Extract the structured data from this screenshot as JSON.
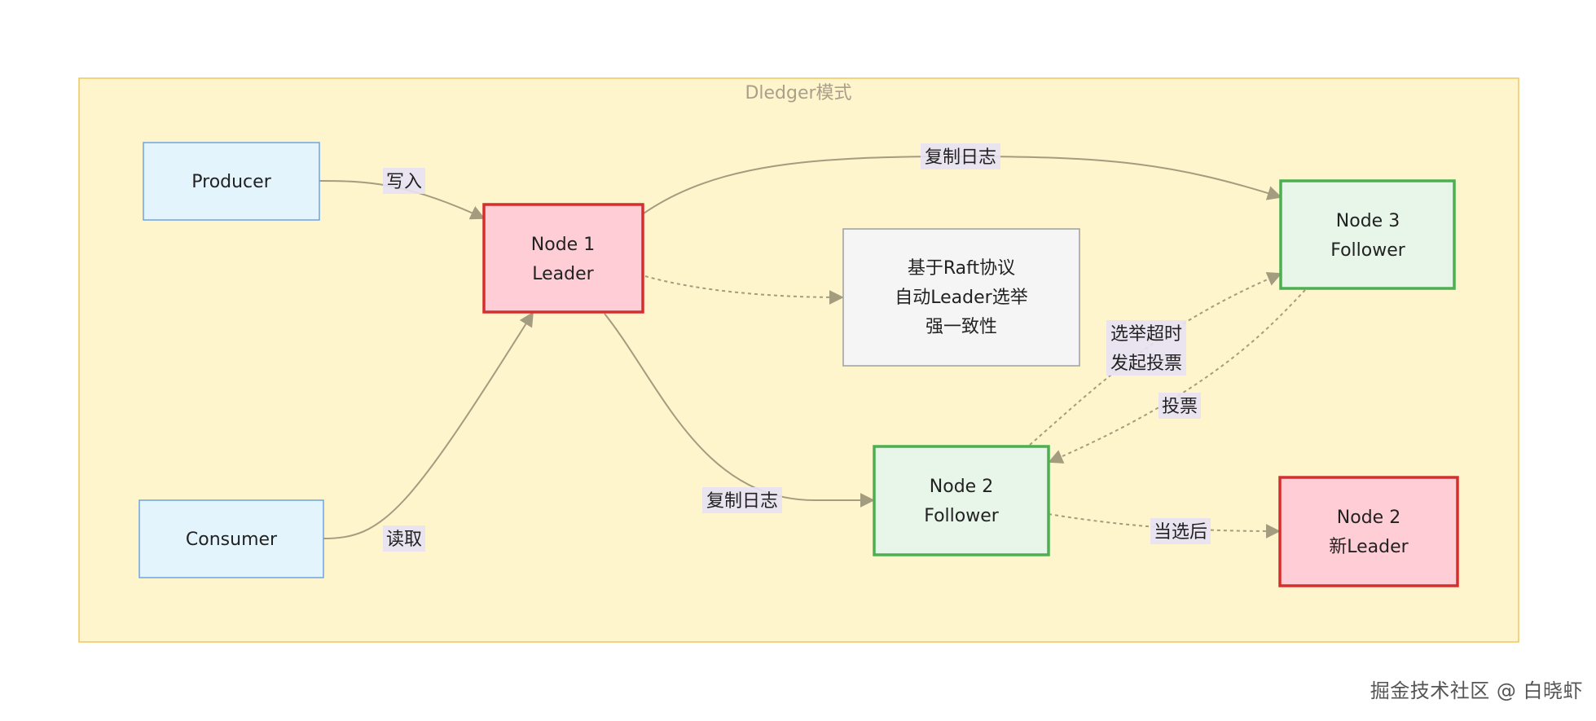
{
  "cluster": {
    "title": "Dledger模式"
  },
  "nodes": {
    "producer": {
      "line1": "Producer"
    },
    "consumer": {
      "line1": "Consumer"
    },
    "leader": {
      "line1": "Node 1",
      "line2": "Leader"
    },
    "raft_note": {
      "line1": "基于Raft协议",
      "line2": "自动Leader选举",
      "line3": "强一致性"
    },
    "node3": {
      "line1": "Node 3",
      "line2": "Follower"
    },
    "node2": {
      "line1": "Node 2",
      "line2": "Follower"
    },
    "new_leader": {
      "line1": "Node 2",
      "line2": "新Leader"
    }
  },
  "edges": {
    "write": "写入",
    "read": "读取",
    "replicate_top": "复制日志",
    "replicate_bottom": "复制日志",
    "election_timeout_line1": "选举超时",
    "election_timeout_line2": "发起投票",
    "vote": "投票",
    "after_elected": "当选后"
  },
  "colors": {
    "cluster_fill": "#fff5cc",
    "cluster_stroke": "#f0c75e",
    "client_fill": "#e3f4fd",
    "client_stroke": "#6fa3e0",
    "leader_fill": "#ffcdd5",
    "leader_stroke": "#d32f2f",
    "follower_fill": "#e8f5e9",
    "follower_stroke": "#4caf50",
    "note_fill": "#f5f5f5",
    "note_stroke": "#9e9e9e"
  },
  "watermark": "掘金技术社区 @ 白晓虾"
}
